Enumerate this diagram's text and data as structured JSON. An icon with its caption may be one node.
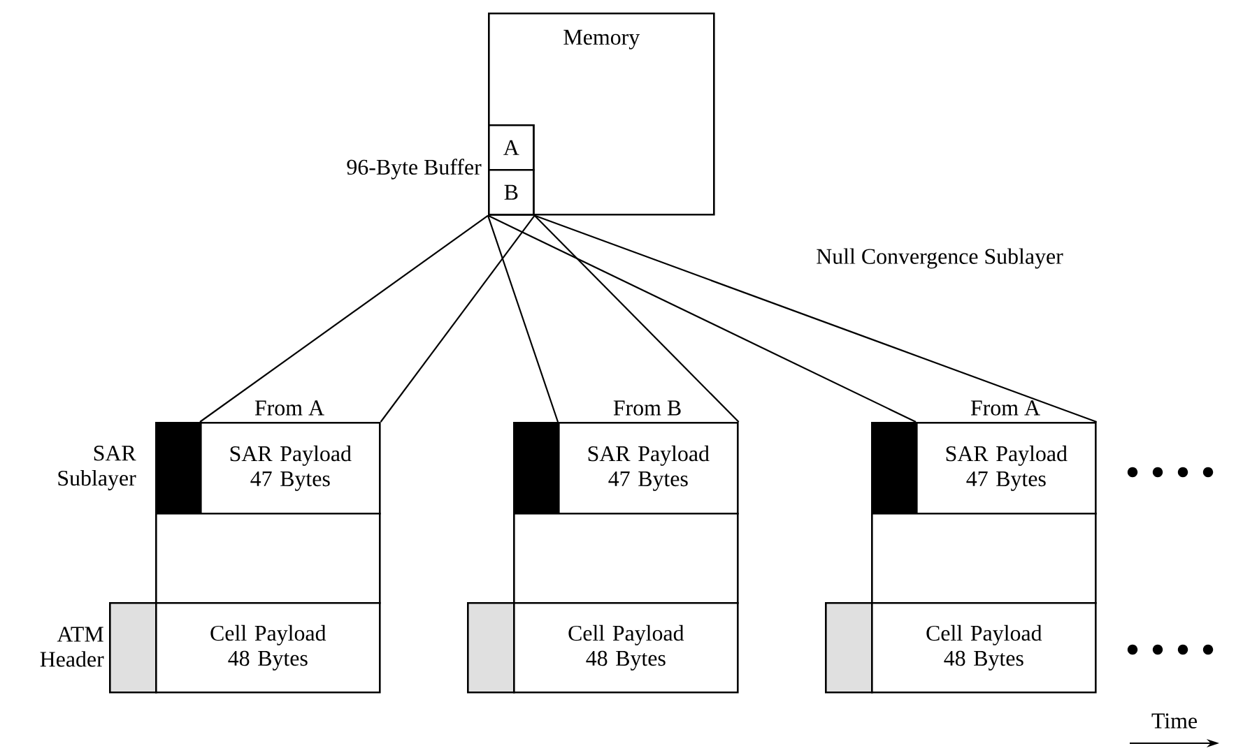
{
  "diagram": {
    "nodes": [
      {
        "text": [
          "Memory"
        ]
      },
      {
        "text": [],
        "shape": "box",
        "beside": [
          "96-Byte Buffer"
        ],
        "in": 0
      },
      {
        "text": [
          "A"
        ],
        "in": 1
      },
      {
        "text": [
          "B"
        ],
        "in": 1
      },
      {
        "text": [],
        "shape": "box"
      },
      {
        "text": [
          "SAR Payload 47 Bytes"
        ],
        "beside": [
          "From A"
        ]
      },
      {
        "text": [],
        "shape": "box"
      },
      {
        "text": [],
        "shape": "box"
      },
      {
        "text": [
          "Cell Payload 48 Bytes"
        ]
      },
      {
        "text": [],
        "shape": "box"
      },
      {
        "text": [
          "SAR Payload 47 Bytes"
        ],
        "beside": [
          "From B"
        ]
      },
      {
        "text": [],
        "shape": "box"
      },
      {
        "text": [],
        "shape": "box"
      },
      {
        "text": [
          "Cell Payload 48 Bytes"
        ]
      },
      {
        "text": [],
        "shape": "box"
      },
      {
        "text": [
          "SAR Payload 47 Bytes"
        ],
        "beside": [
          "From A"
        ]
      },
      {
        "text": [],
        "shape": "box"
      },
      {
        "text": [],
        "shape": "box"
      },
      {
        "text": [
          "Cell Payload 48 Bytes"
        ]
      }
    ],
    "edges": [
      {
        "from": 1,
        "to": 5,
        "arrow": "none"
      },
      {
        "from": 1,
        "to": 5,
        "arrow": "none"
      },
      {
        "from": 1,
        "to": 10,
        "arrow": "none"
      },
      {
        "from": 1,
        "to": 10,
        "arrow": "none"
      },
      {
        "from": 1,
        "to": 15,
        "arrow": "none"
      },
      {
        "from": 1,
        "to": 15,
        "arrow": "none"
      }
    ],
    "labels": [
      "Null Convergence Sublayer",
      "SAR Sublayer",
      "ATM Header",
      "Time"
    ]
  }
}
